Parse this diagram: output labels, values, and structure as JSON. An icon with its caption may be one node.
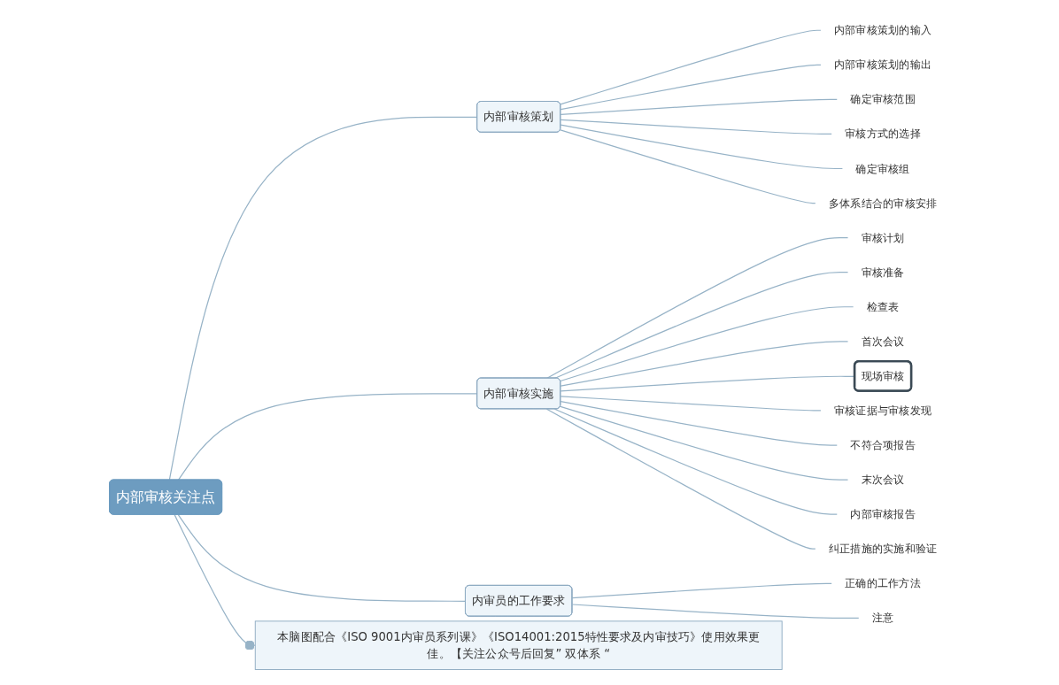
{
  "diagram": {
    "nodes": [
      {
        "text": [
          "内部审核关注点"
        ]
      },
      {
        "text": [
          "内部审核策划"
        ]
      },
      {
        "text": [
          "内部审核策划的输入"
        ]
      },
      {
        "text": [
          "内部审核策划的输出"
        ]
      },
      {
        "text": [
          "确定审核范围"
        ]
      },
      {
        "text": [
          "审核方式的选择"
        ]
      },
      {
        "text": [
          "确定审核组"
        ]
      },
      {
        "text": [
          "多体系结合的审核安排"
        ]
      },
      {
        "text": [
          "内部审核实施"
        ]
      },
      {
        "text": [
          "审核计划"
        ]
      },
      {
        "text": [
          "审核准备"
        ]
      },
      {
        "text": [
          "检查表"
        ]
      },
      {
        "text": [
          "首次会议"
        ]
      },
      {
        "text": [
          "现场审核"
        ]
      },
      {
        "text": [
          "审核证据与审核发现"
        ]
      },
      {
        "text": [
          "不符合项报告"
        ]
      },
      {
        "text": [
          "末次会议"
        ]
      },
      {
        "text": [
          "内部审核报告"
        ]
      },
      {
        "text": [
          "纠正措施的实施和验证"
        ]
      },
      {
        "text": [
          "内审员的工作要求"
        ]
      },
      {
        "text": [
          "正确的工作方法"
        ]
      },
      {
        "text": [
          "注意"
        ]
      },
      {
        "text": [
          "本脑图配合《ISO 9001内审员系列课》《ISO14001:2015特性要求及内审技巧》使用效果更佳。【关注公众号后回复” 双体系 “"
        ]
      }
    ],
    "edges": [
      {
        "from": 0,
        "to": 1,
        "arrow": "none"
      },
      {
        "from": 1,
        "to": 2,
        "arrow": "none"
      },
      {
        "from": 1,
        "to": 3,
        "arrow": "none"
      },
      {
        "from": 1,
        "to": 4,
        "arrow": "none"
      },
      {
        "from": 1,
        "to": 5,
        "arrow": "none"
      },
      {
        "from": 1,
        "to": 6,
        "arrow": "none"
      },
      {
        "from": 1,
        "to": 7,
        "arrow": "none"
      },
      {
        "from": 0,
        "to": 8,
        "arrow": "none"
      },
      {
        "from": 8,
        "to": 9,
        "arrow": "none"
      },
      {
        "from": 8,
        "to": 10,
        "arrow": "none"
      },
      {
        "from": 8,
        "to": 11,
        "arrow": "none"
      },
      {
        "from": 8,
        "to": 12,
        "arrow": "none"
      },
      {
        "from": 8,
        "to": 13,
        "arrow": "none"
      },
      {
        "from": 8,
        "to": 14,
        "arrow": "none"
      },
      {
        "from": 8,
        "to": 15,
        "arrow": "none"
      },
      {
        "from": 8,
        "to": 16,
        "arrow": "none"
      },
      {
        "from": 8,
        "to": 17,
        "arrow": "none"
      },
      {
        "from": 8,
        "to": 18,
        "arrow": "none"
      },
      {
        "from": 0,
        "to": 19,
        "arrow": "none"
      },
      {
        "from": 19,
        "to": 20,
        "arrow": "none"
      },
      {
        "from": 19,
        "to": 21,
        "arrow": "none"
      },
      {
        "from": 0,
        "to": 22,
        "arrow": "other"
      }
    ]
  }
}
